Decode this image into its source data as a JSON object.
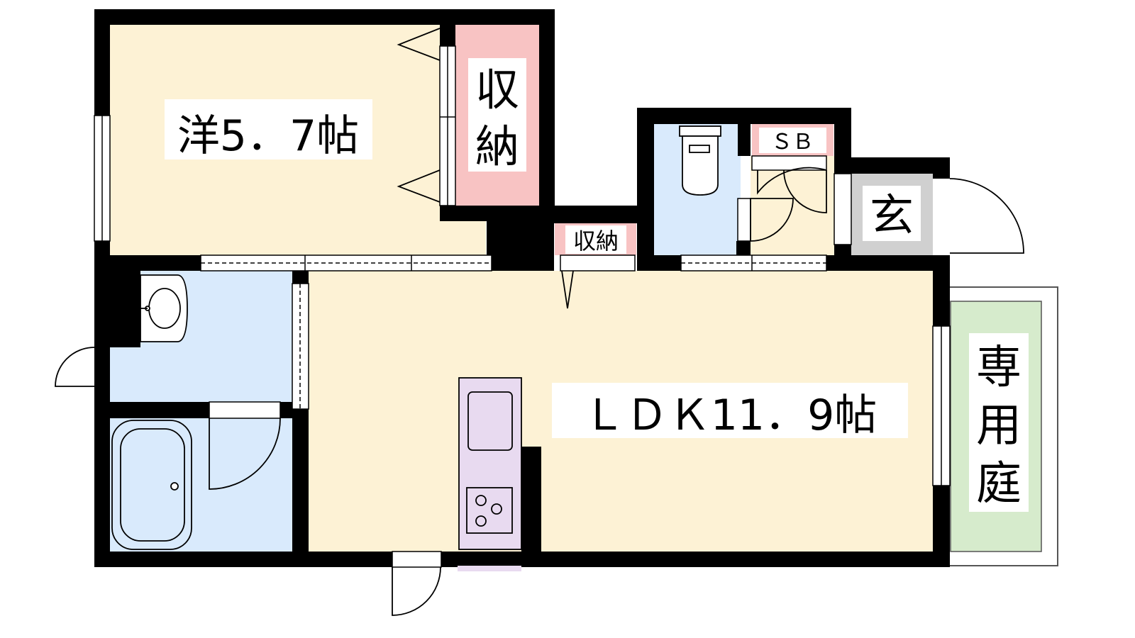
{
  "rooms": {
    "western": "洋5．7帖",
    "ldk": "ＬＤＫ11．9帖",
    "closet_large": [
      "収",
      "納"
    ],
    "closet_small": "収納",
    "shoe_box": "ＳＢ",
    "entrance": "玄",
    "private_garden": [
      "専",
      "用",
      "庭"
    ]
  },
  "colors": {
    "wall": "#000000",
    "room_floor": "#fdf2d5",
    "wet_area": "#d9eafc",
    "storage": "#f8c3c3",
    "entrance": "#d0d0d0",
    "garden": "#d6ebcc",
    "kitchen": "#e8daf0"
  }
}
